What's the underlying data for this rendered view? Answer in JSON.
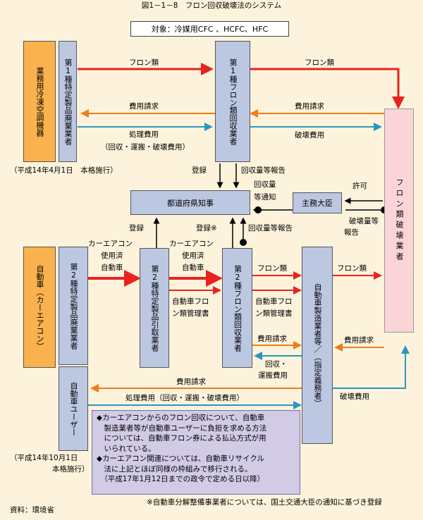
{
  "title": "図1－1－8　フロン回収破壊法のシステム",
  "target": "対象：冷媒用CFC 、HCFC、HFC",
  "boxes": {
    "gyomu": "業務用冷凍空調機器",
    "dai1_haiki": "第1種特定製品廃棄業者",
    "dai1_kaishu": "第1種フロン類回収業者",
    "hakai": "フロン類破壊業者",
    "chiji": "都道府県知事",
    "daijin": "主務大臣",
    "jidosha": "自動車（カーエアコン）",
    "dai2_haiki": "第2種特定製品廃棄業者",
    "jidosha_user": "自動車ユーザー",
    "dai2_hikitori": "第2種特定製品引取業者",
    "dai2_kaishu": "第2種フロン類回収業者",
    "seizo": "自動車製造業者等／（指定義務者）"
  },
  "labels": {
    "freon1": "フロン類",
    "freon2": "フロン類",
    "hiyo1": "費用請求",
    "hiyo2": "費用請求",
    "shori1": "処理費用",
    "shori1b": "（回収・運搬・破壊費用）",
    "hakai_hiyo1": "破壊費用",
    "shiko1": "（平成14年4月1日　本格施行）",
    "toroku1": "登録",
    "kaishu_hokoku1": "回収量等報告",
    "kaishu_tsuchi_a": "回収量",
    "kaishu_tsuchi_b": "等通知",
    "kyoka": "許可",
    "hakai_hokoku_a": "破壊量等",
    "hakai_hokoku_b": "報告",
    "toroku2": "登録",
    "toroku3": "登録※",
    "kaishu_hokoku2": "回収量等報告",
    "car_aircon1": "カーエアコン",
    "shiyozumi1a": "使用済",
    "shiyozumi1b": "自動車",
    "car_aircon2": "カーエアコン",
    "shiyozumi2a": "使用済",
    "shiyozumi2b": "自動車",
    "freon3": "フロン類",
    "freon4": "フロン類",
    "kanrisho1a": "自動車フロ",
    "kanrisho1b": "ン類管理書",
    "kanrisho2a": "自動車フロ",
    "kanrisho2b": "ン類管理書",
    "hiyo3": "費用請求",
    "hiyo4": "費用請求",
    "unpan_a": "回収・",
    "unpan_b": "運搬費用",
    "hiyo5": "費用請求",
    "shori2": "処理費用（回収・運搬・破壊費用）",
    "hakai_hiyo2": "破壊費用",
    "shiko2a": "（平成14年10月1日",
    "shiko2b": "本格施行）",
    "footnote": "※自動車分解整備事業者については、国土交通大臣の通知に基づき登録",
    "source": "資料：環境省"
  },
  "note": [
    "◆カーエアコンからのフロン回収について、自動車",
    "　製造業者等が自動車ユーザーに負担を求める方法",
    "　については、自動車フロン券による払込方式が用",
    "　いられている。",
    "◆カーエアコン関連については、自動車リサイクル",
    "　法に上記とほぼ同様の枠組みで移行される。",
    "　（平成17年1月12日までの政令で定める日以降）"
  ],
  "colors": {
    "freon_arrow": "#e8231f",
    "cost_claim_arrow": "#ef7d1a",
    "payment_arrow": "#2a96c0",
    "admin_arrow": "#000000"
  }
}
